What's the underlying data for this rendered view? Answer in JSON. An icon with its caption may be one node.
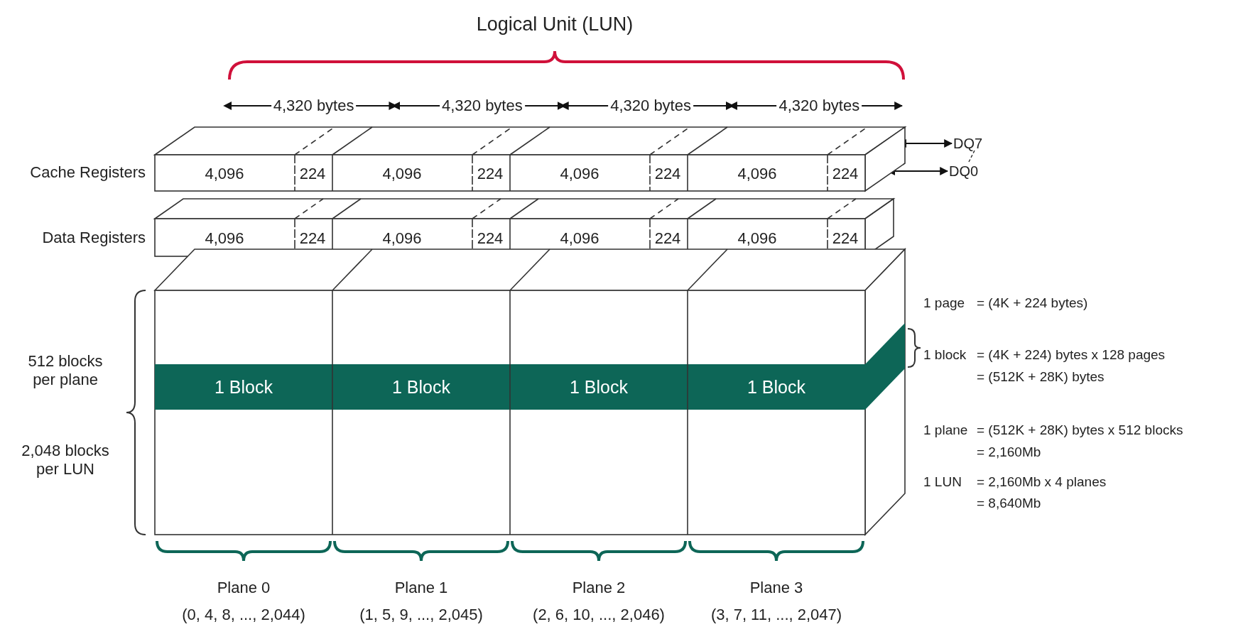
{
  "diagram": {
    "nodes": [
      {
        "text": [],
        "shape": "box"
      },
      {
        "text": [
          "DQ7"
        ]
      },
      {
        "text": [
          "DQ0"
        ]
      }
    ],
    "edges": [
      {
        "from": 0,
        "to": 1,
        "arrow": "both"
      },
      {
        "from": 0,
        "to": 2,
        "arrow": "both"
      }
    ],
    "labels": [
      "Logical Unit (LUN)",
      "4,320 bytes",
      "4,320 bytes",
      "4,320 bytes",
      "4,320 bytes",
      "Cache Registers",
      "4,096",
      "224",
      "4,096",
      "224",
      "4,096",
      "224",
      "4,096",
      "224",
      "Data Registers",
      "4,096",
      "224",
      "4,096",
      "224",
      "4,096",
      "224",
      "4,096",
      "224",
      "1 page",
      "= (4K + 224 bytes)",
      "512 blocks per plane",
      "1 Block",
      "1 Block",
      "1 Block",
      "1 Block",
      "1 block",
      "= (4K + 224) bytes x 128 pages",
      "= (512K + 28K) bytes",
      "2,048 blocks per LUN",
      "1 plane",
      "= (512K + 28K) bytes x 512 blocks",
      "= 2,160Mb",
      "1 LUN",
      "= 2,160Mb x 4 planes",
      "= 8,640Mb",
      "Plane 0",
      "Plane 1",
      "Plane 2",
      "Plane 3",
      "(0, 4, 8, ..., 2,044)",
      "(1, 5, 9, ..., 2,045)",
      "(2, 6, 10, ..., 2,046)",
      "(3, 7, 11, ..., 2,047)"
    ]
  }
}
